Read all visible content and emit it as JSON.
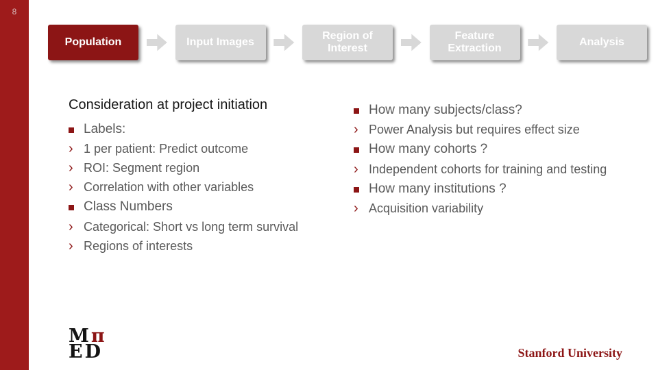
{
  "page_number": "8",
  "flow": {
    "steps": [
      {
        "label": "Population",
        "active": true
      },
      {
        "label": "Input Images",
        "active": false
      },
      {
        "label": "Region of Interest",
        "active": false
      },
      {
        "label": "Feature Extraction",
        "active": false
      },
      {
        "label": "Analysis",
        "active": false
      }
    ]
  },
  "title": "Consideration at project initiation",
  "left_column": [
    {
      "level": 1,
      "text": "Labels:"
    },
    {
      "level": 2,
      "text": "1 per patient: Predict outcome"
    },
    {
      "level": 2,
      "text": "ROI: Segment region"
    },
    {
      "level": 2,
      "text": "Correlation with other variables"
    },
    {
      "level": 1,
      "text": "Class Numbers"
    },
    {
      "level": 2,
      "text": "Categorical: Short vs long term survival"
    },
    {
      "level": 2,
      "text": "Regions of interests"
    }
  ],
  "right_column": [
    {
      "level": 1,
      "text": "How many subjects/class?"
    },
    {
      "level": 2,
      "text": "Power Analysis but requires effect size"
    },
    {
      "level": 1,
      "text": "How many cohorts ?"
    },
    {
      "level": 2,
      "text": "Independent cohorts for training and testing"
    },
    {
      "level": 1,
      "text": "How many institutions ?"
    },
    {
      "level": 2,
      "text": "Acquisition variability"
    }
  ],
  "footer": {
    "logo": {
      "m": "M",
      "pi": "π",
      "ed": "ED"
    },
    "university": "Stanford University"
  },
  "colors": {
    "accent": "#8c1515",
    "sidebar_red": "#9e1b1b",
    "inactive_box": "#d8d8d8",
    "body_text": "#595959"
  }
}
